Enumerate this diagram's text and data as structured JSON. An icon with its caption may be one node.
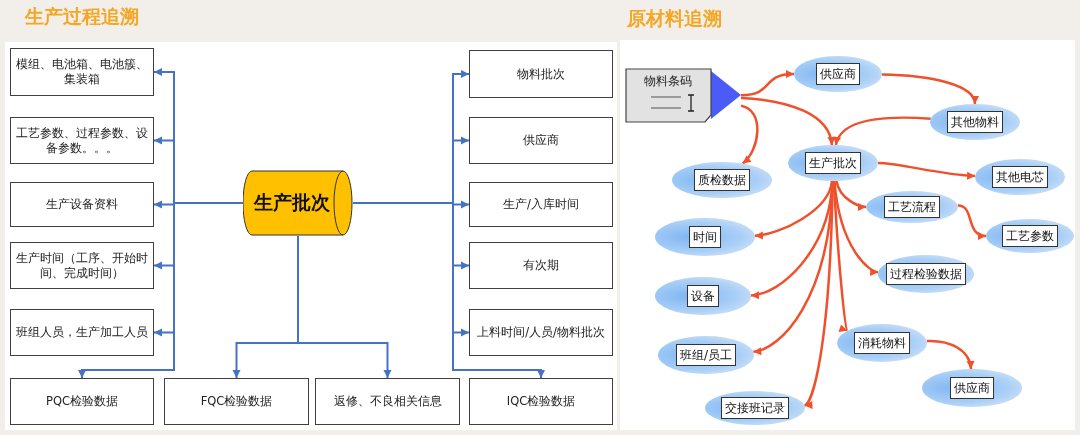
{
  "diagram": {
    "nodes": [
      {
        "text": [
          "生产批次"
        ]
      },
      {
        "text": [
          "模组、电池箱、电池簇、集装箱"
        ]
      },
      {
        "text": [
          "工艺参数、过程参数、设备参数。。。"
        ]
      },
      {
        "text": [
          "生产设备资料"
        ]
      },
      {
        "text": [
          "生产时间（工序、开始时间、完成时间）"
        ]
      },
      {
        "text": [
          "班组人员，生产加工人员"
        ]
      },
      {
        "text": [
          "物料批次"
        ]
      },
      {
        "text": [
          "供应商"
        ]
      },
      {
        "text": [
          "生产/入库时间"
        ]
      },
      {
        "text": [
          "有次期"
        ]
      },
      {
        "text": [
          "上料时间/人员/物料批次"
        ]
      },
      {
        "text": [
          "PQC检验数据"
        ]
      },
      {
        "text": [
          "FQC检验数据"
        ]
      },
      {
        "text": [
          "返修、不良相关信息"
        ]
      },
      {
        "text": [
          "IQC检验数据"
        ]
      },
      {
        "text": [
          "物料条码"
        ]
      },
      {
        "text": [
          "供应商"
        ]
      },
      {
        "text": [
          "其他物料"
        ]
      },
      {
        "text": [
          "生产批次"
        ]
      },
      {
        "text": [
          "质检数据"
        ]
      },
      {
        "text": [
          "其他电芯"
        ]
      },
      {
        "text": [
          "工艺流程"
        ]
      },
      {
        "text": [
          "时间"
        ]
      },
      {
        "text": [
          "工艺参数"
        ]
      },
      {
        "text": [
          "过程检验数据"
        ]
      },
      {
        "text": [
          "设备"
        ]
      },
      {
        "text": [
          "班组/员工"
        ]
      },
      {
        "text": [
          "消耗物料"
        ]
      },
      {
        "text": [
          "供应商"
        ]
      },
      {
        "text": [
          "交接班记录"
        ]
      }
    ],
    "edges": [
      {
        "from": 0,
        "to": 1,
        "arrow": "to",
        "color": "#4472c4"
      },
      {
        "from": 0,
        "to": 2,
        "arrow": "to",
        "color": "#4472c4"
      },
      {
        "from": 0,
        "to": 3,
        "arrow": "to",
        "color": "#4472c4"
      },
      {
        "from": 0,
        "to": 4,
        "arrow": "to",
        "color": "#4472c4"
      },
      {
        "from": 0,
        "to": 5,
        "arrow": "to",
        "color": "#4472c4"
      },
      {
        "from": 0,
        "to": 11,
        "arrow": "to",
        "color": "#4472c4"
      },
      {
        "from": 0,
        "to": 6,
        "arrow": "to",
        "color": "#4472c4"
      },
      {
        "from": 0,
        "to": 7,
        "arrow": "to",
        "color": "#4472c4"
      },
      {
        "from": 0,
        "to": 8,
        "arrow": "to",
        "color": "#4472c4"
      },
      {
        "from": 0,
        "to": 9,
        "arrow": "to",
        "color": "#4472c4"
      },
      {
        "from": 0,
        "to": 10,
        "arrow": "to",
        "color": "#4472c4"
      },
      {
        "from": 0,
        "to": 14,
        "arrow": "to",
        "color": "#4472c4"
      },
      {
        "from": 0,
        "to": 12,
        "arrow": "to",
        "color": "#4472c4"
      },
      {
        "from": 0,
        "to": 13,
        "arrow": "to",
        "color": "#4472c4"
      },
      {
        "from": 15,
        "to": 16,
        "arrow": "to"
      },
      {
        "from": 15,
        "to": 18,
        "arrow": "to"
      },
      {
        "from": 15,
        "to": 19,
        "arrow": "to"
      },
      {
        "from": 16,
        "to": 17,
        "arrow": "to"
      },
      {
        "from": 17,
        "to": 18,
        "arrow": "to"
      },
      {
        "from": 18,
        "to": 20,
        "arrow": "to"
      },
      {
        "from": 18,
        "to": 22,
        "arrow": "to"
      },
      {
        "from": 18,
        "to": 25,
        "arrow": "to"
      },
      {
        "from": 18,
        "to": 26,
        "arrow": "to"
      },
      {
        "from": 18,
        "to": 29,
        "arrow": "to"
      },
      {
        "from": 18,
        "to": 21,
        "arrow": "to"
      },
      {
        "from": 21,
        "to": 23,
        "arrow": "to"
      },
      {
        "from": 18,
        "to": 24,
        "arrow": "to"
      },
      {
        "from": 18,
        "to": 27,
        "arrow": "to"
      },
      {
        "from": 27,
        "to": 28,
        "arrow": "to"
      }
    ],
    "labels": [
      "生产过程追溯",
      "原材料追溯"
    ]
  }
}
